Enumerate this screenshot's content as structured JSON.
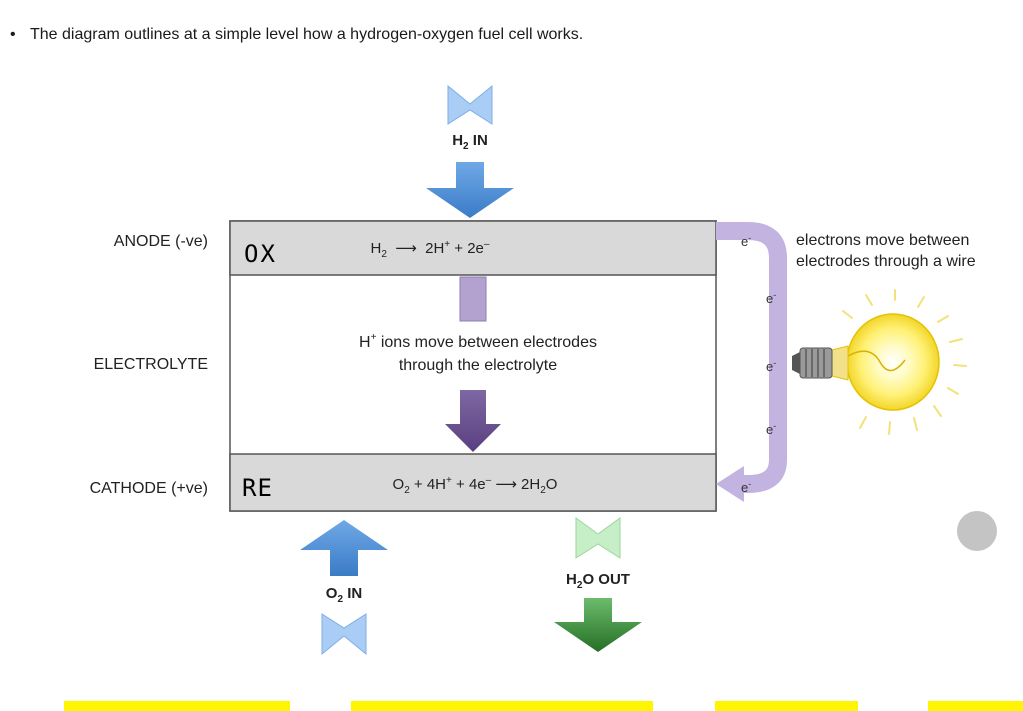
{
  "intro": {
    "bullet": "•",
    "text": "The diagram outlines at a simple level how a hydrogen-oxygen fuel cell works."
  },
  "labels": {
    "anode": "ANODE (-ve)",
    "electrolyte": "ELECTROLYTE",
    "cathode": "CATHODE (+ve)"
  },
  "handwriting": {
    "anode_note": "OX",
    "cathode_note": "RE"
  },
  "equations": {
    "anode": {
      "a": "H",
      "a_sub": "2",
      "arrow": "  ⟶  2H",
      "sup1": "+",
      "b": " + 2e",
      "sup2": "–"
    },
    "cathode": {
      "a": "O",
      "a_sub": "2",
      "b": " + 4H",
      "sup1": "+",
      "c": " + 4e",
      "sup2": "–",
      "d": " ⟶ 2H",
      "d_sub": "2",
      "e": "O"
    }
  },
  "electrolyte_text": {
    "line1_pre": "H",
    "line1_sup": "+",
    "line1_rest": " ions move between electrodes",
    "line2": "through the electrolyte"
  },
  "inputs": {
    "h2_in": {
      "a": "H",
      "sub": "2",
      "b": " IN"
    },
    "o2_in": {
      "a": "O",
      "sub": "2",
      "b": " IN"
    },
    "h2o_out": {
      "a": "H",
      "sub": "2",
      "b": "O OUT"
    }
  },
  "wire": {
    "electron": "e",
    "electron_sup": "-",
    "note_line1": "electrons move between",
    "note_line2": "electrodes through a wire"
  },
  "colors": {
    "electrode_fill": "#d9d9d9",
    "electrode_stroke": "#555555",
    "flow_arrow_blue": "#4a8fd8",
    "inlet_chevron_blue": "#a9cdf5",
    "outlet_chevron_green": "#c7efc7",
    "outlet_arrow_green": "#2e8a2e",
    "ion_bar": "#b3a2cf",
    "ion_arrow": "#6b4f91",
    "wire": "#c3b3e0",
    "highlight": "#fff500"
  }
}
